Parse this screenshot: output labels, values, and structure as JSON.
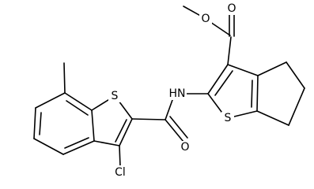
{
  "molecule": {
    "atoms": {
      "o_ester": "O",
      "o_carbonyl": "O",
      "s_bt": "S",
      "s_th": "S",
      "nh": "HN",
      "o_amide": "O",
      "cl": "Cl"
    },
    "colors": {
      "ink": "#000000",
      "background": "#ffffff"
    }
  }
}
